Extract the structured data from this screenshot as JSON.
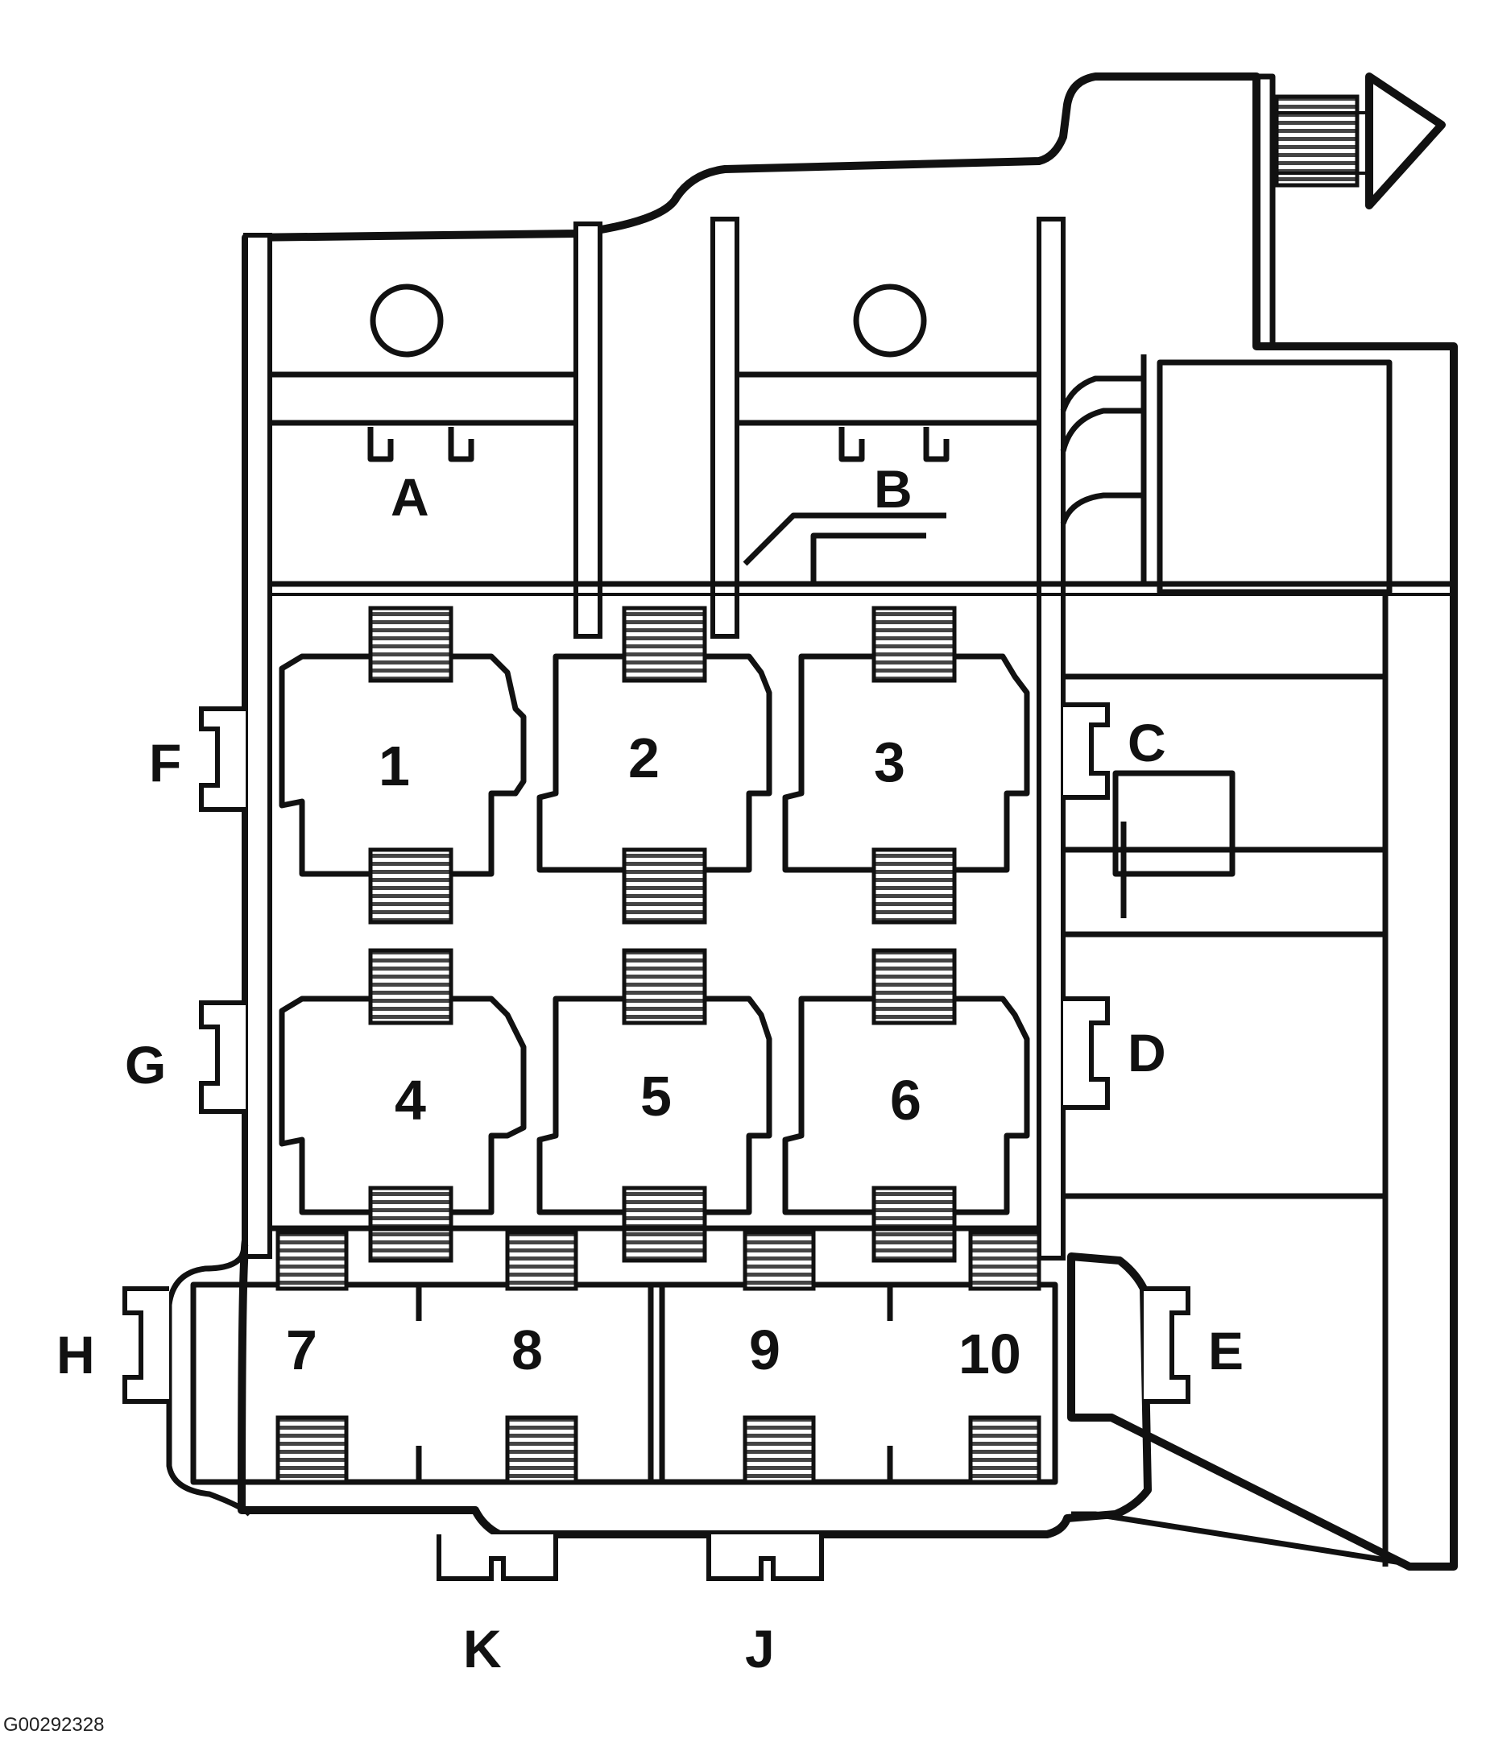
{
  "diagram": {
    "image_code": "G00292328",
    "connector_labels": [
      "A",
      "B",
      "C",
      "D",
      "E",
      "F",
      "G",
      "H",
      "J",
      "K"
    ],
    "relay_positions": [
      "1",
      "2",
      "3",
      "4",
      "5",
      "6",
      "7",
      "8",
      "9",
      "10"
    ],
    "colors": {
      "line": "#111111",
      "background": "#ffffff",
      "hatch": "#555555"
    }
  }
}
